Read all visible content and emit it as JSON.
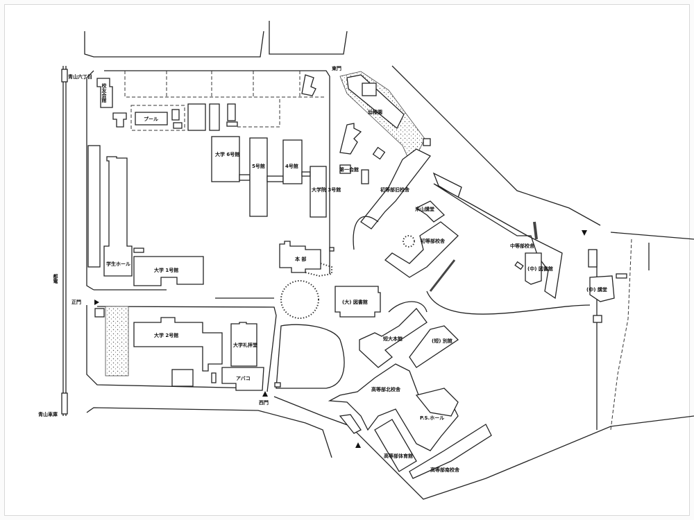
{
  "map": {
    "labels": {
      "aoyama_6chome": "青山六丁目",
      "aoyama_shako": "青山車庫",
      "toden": "都電",
      "koyukai": "校友会館",
      "pool": "プール",
      "univ6": "大学 6号館",
      "bldg5": "5号館",
      "bldg4": "4号館",
      "grad3": "大学院 3号館",
      "student_hall": "学生ホール",
      "univ1": "大学 1号館",
      "honbu": "本 部",
      "east_gate": "東門",
      "kindergarten": "幼稚園",
      "daiichi": "第一会館",
      "elem_old": "初等部旧校舎",
      "yoneyama": "米山講堂",
      "elem": "初等部校舎",
      "junior": "中等部校舎",
      "junior_lib": "(中) 図書館",
      "junior_hall": "(中) 講堂",
      "univ_lib": "(大) 図書館",
      "junior_college": "短大本館",
      "jc_annex": "(短) 別館",
      "main_gate": "正門",
      "univ2": "大学 2号館",
      "chapel": "大学礼拝堂",
      "abako": "アバコ",
      "west_gate": "西門",
      "hs_north": "高等部北校舎",
      "ps_hall": "P.S.ホール",
      "hs_gym": "高等部体育館",
      "hs_south": "高等部南校舎"
    }
  }
}
